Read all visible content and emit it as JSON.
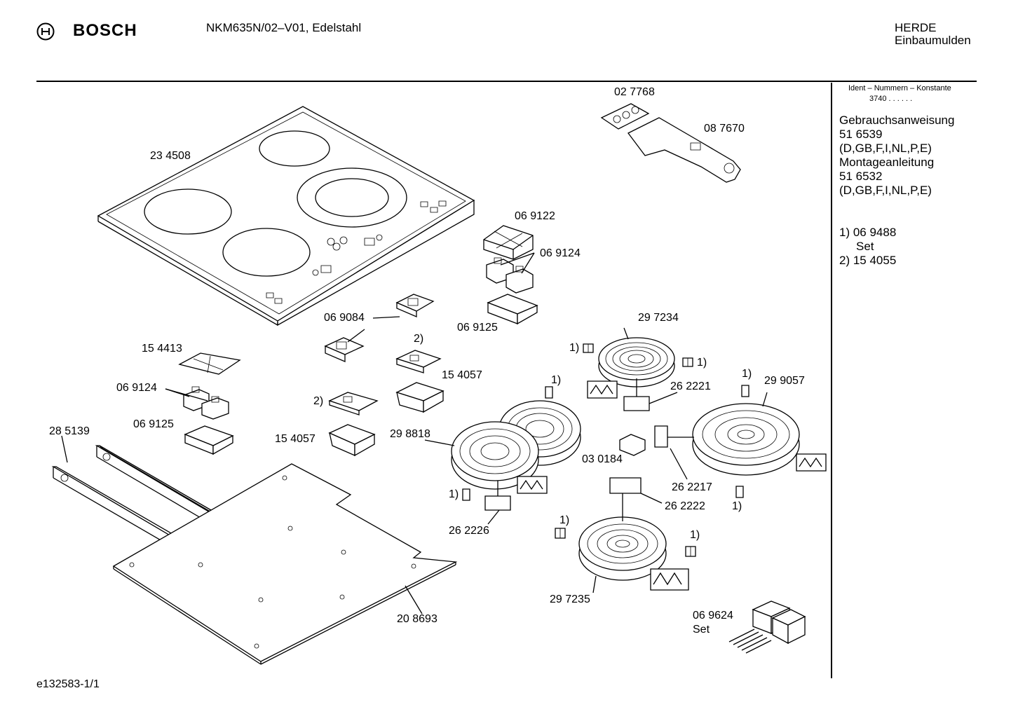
{
  "header": {
    "brand": "BOSCH",
    "model": "NKM635N/02–V01, Edelstahl",
    "category_1": "HERDE",
    "category_2": "Einbaumulden",
    "logo_icon": "bosch-armature-icon"
  },
  "sidebar": {
    "ident_label": "Ident – Nummern – Konstante",
    "ident_value": "3740 .  .  .  .  .  .",
    "lines": [
      "Gebrauchsanweisung",
      "51 6539",
      "(D,GB,F,I,NL,P,E)",
      "Montageanleitung",
      "51 6532",
      "(D,GB,F,I,NL,P,E)"
    ],
    "notes": [
      "1) 06 9488",
      "Set",
      "2) 15 4055"
    ]
  },
  "footer": {
    "doc_id": "e132583-1/1"
  },
  "parts": {
    "p027768": "02 7768",
    "p087670": "08 7670",
    "p234508": "23 4508",
    "p069122": "06 9122",
    "p069124a": "06 9124",
    "p069084": "06 9084",
    "p069125a": "06 9125",
    "p297234": "29 7234",
    "note1a": "1)",
    "note1b": "1)",
    "p154413": "15 4413",
    "note2a": "2)",
    "p154057a": "15 4057",
    "p069124b": "06 9124",
    "note1c": "1)",
    "p262221": "26 2221",
    "note1d": "1)",
    "p299057": "29 9057",
    "note2b": "2)",
    "p069125b": "06 9125",
    "p285139": "28 5139",
    "p154057b": "15 4057",
    "p298818": "29 8818",
    "p030184": "03 0184",
    "note1e": "1)",
    "p262217": "26 2217",
    "p262222": "26 2222",
    "note1f": "1)",
    "p262226": "26 2226",
    "note1g": "1)",
    "note1h": "1)",
    "p297235": "29 7235",
    "p208693": "20 8693",
    "p069624": "06 9624",
    "set": "Set"
  }
}
